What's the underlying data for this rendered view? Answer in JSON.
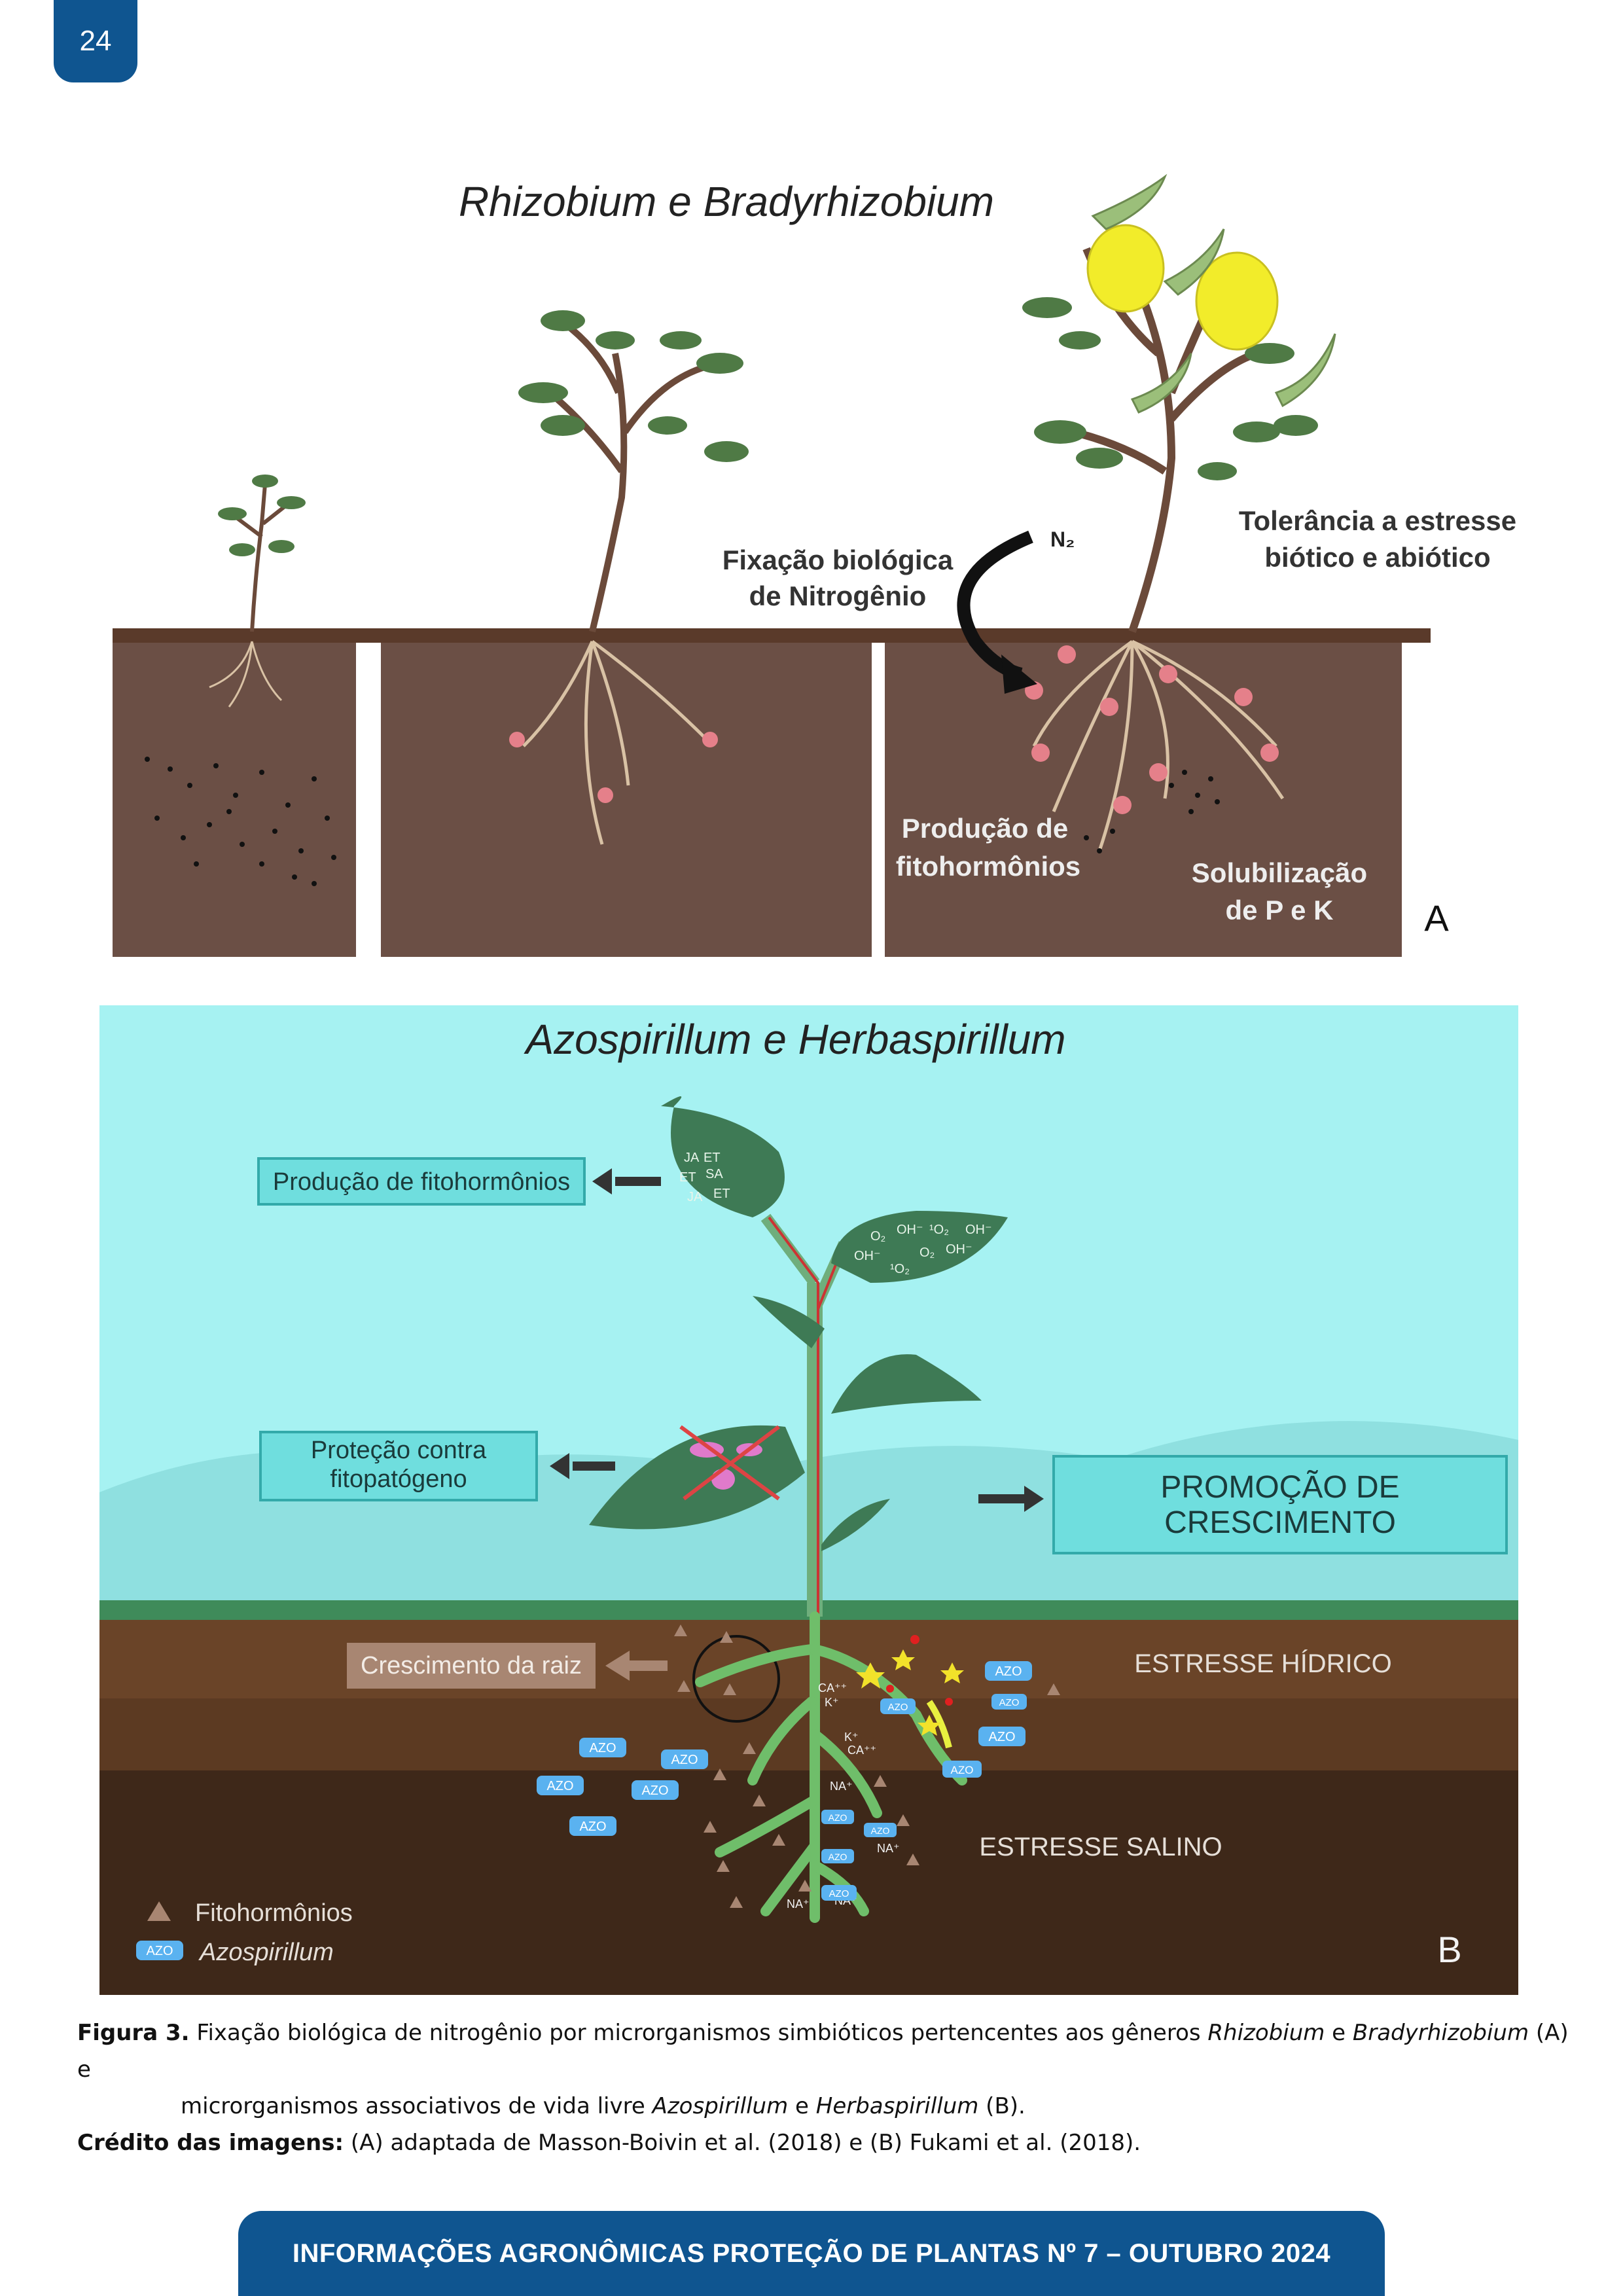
{
  "page_number": "24",
  "panel_a": {
    "title": "Rhizobium e Bradyrhizobium",
    "label_fixacao_1": "Fixação biológica",
    "label_fixacao_2": "de Nitrogênio",
    "label_n2": "N₂",
    "label_tolerancia_1": "Tolerância a estresse",
    "label_tolerancia_2": "biótico e abiótico",
    "label_producao_1": "Produção de",
    "label_producao_2": "fitohormônios",
    "label_solub_1": "Solubilização",
    "label_solub_2": "de P e K",
    "panel_letter": "A"
  },
  "panel_b": {
    "title": "Azospirillum e Herbaspirillum",
    "box_producao": "Produção de fitohormônios",
    "box_protecao_1": "Proteção contra",
    "box_protecao_2": "fitopatógeno",
    "box_promocao_1": "PROMOÇÃO DE",
    "box_promocao_2": "CRESCIMENTO",
    "box_raiz": "Crescimento da raiz",
    "estresse_hidrico": "ESTRESSE HÍDRICO",
    "estresse_salino": "ESTRESSE SALINO",
    "legend_fito": "Fitohormônios",
    "legend_azo": "Azospirillum",
    "azo_tag": "AZO",
    "leaf1_a": "JA",
    "leaf1_b": "ET",
    "leaf1_c": "SA",
    "leaf2_o2": "O₂",
    "leaf2_oh": "OH⁻",
    "leaf2_1o2": "¹O₂",
    "ion_ca": "CA⁺⁺",
    "ion_k": "K⁺",
    "ion_na": "NA⁺",
    "panel_letter": "B"
  },
  "caption": {
    "figura_label": "Figura 3.",
    "line1_pre": " Fixação biológica de nitrogênio por microrganismos simbióticos pertencentes aos gêneros ",
    "line1_it1": "Rhizobium",
    "line1_mid": " e ",
    "line1_it2": "Bradyrhizobium",
    "line1_post": " (A) e",
    "line2_pre": "microrganismos associativos de vida livre ",
    "line2_it1": "Azospirillum",
    "line2_mid": " e ",
    "line2_it2": "Herbaspirillum",
    "line2_post": " (B).",
    "credito_label": "Crédito das imagens:",
    "credito_text": " (A) adaptada de Masson-Boivin et al. (2018) e (B) Fukami et al. (2018)."
  },
  "footer": "INFORMAÇÕES AGRONÔMICAS PROTEÇÃO DE PLANTAS Nº 7 – OUTUBRO 2024",
  "colors": {
    "brand_blue": "#0f5590",
    "soil_a": "#6b4f45",
    "sky_b": "#a6f2f2",
    "box_teal": "#6fdede"
  }
}
